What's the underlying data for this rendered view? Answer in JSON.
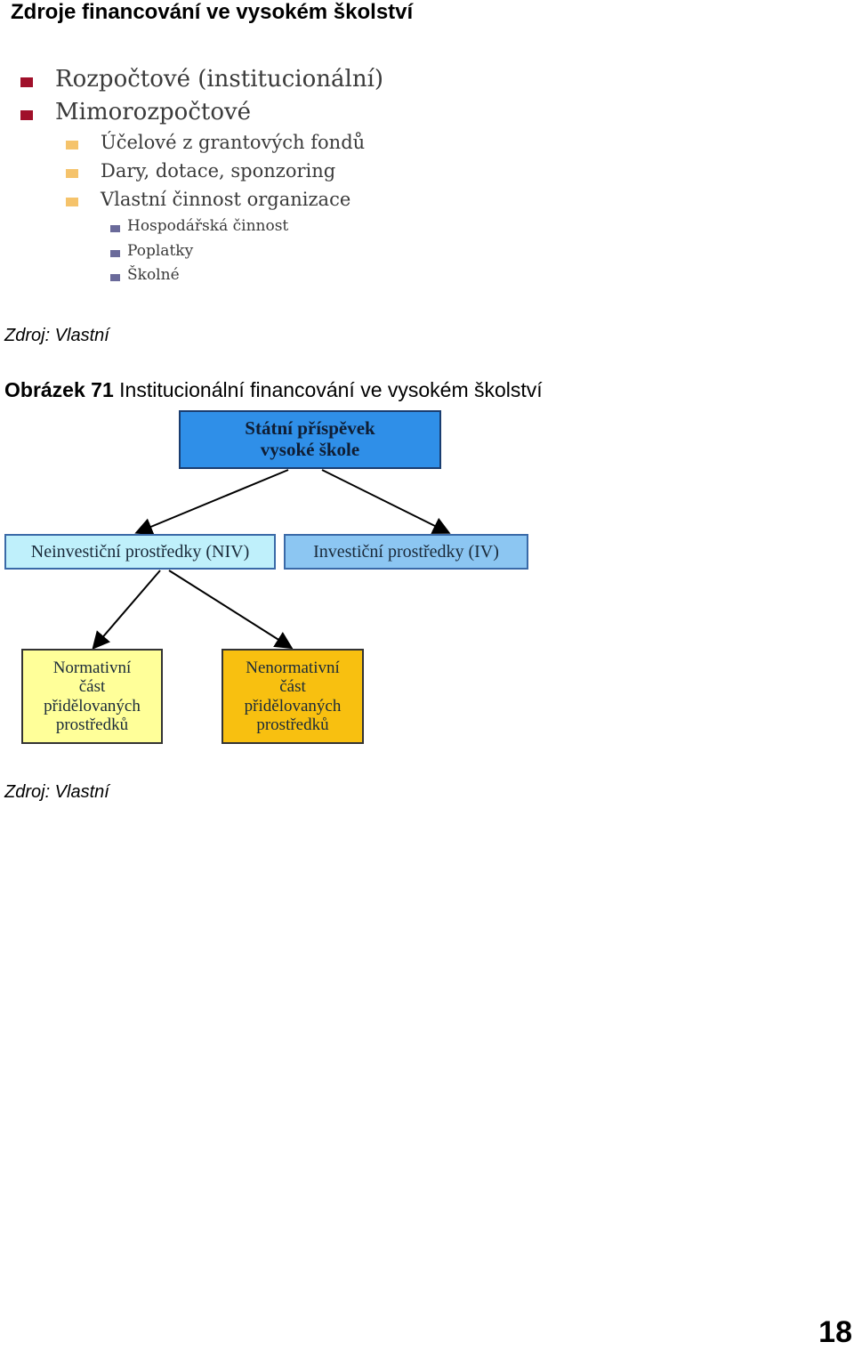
{
  "heading": "Zdroje financování ve vysokém školství",
  "bullet_list": {
    "level1": [
      "Rozpočtové (institucionální)",
      "Mimorozpočtové"
    ],
    "level2": [
      "Účelové z grantových fondů",
      "Dary, dotace, sponzoring",
      "Vlastní činnost organizace"
    ],
    "level3": [
      "Hospodářská činnost",
      "Poplatky",
      "Školné"
    ]
  },
  "source_1": "Zdroj: Vlastní",
  "caption": {
    "label": "Obrázek 71",
    "text": " Institucionální financování ve vysokém školství"
  },
  "diagram": {
    "top_line1": "Státní příspěvek",
    "top_line2": "vysoké škole",
    "niv": "Neinvestiční prostředky (NIV)",
    "iv": "Investiční prostředky (IV)",
    "normative": [
      "Normativní",
      "část",
      "přidělovaných",
      "prostředků"
    ],
    "non_normative": [
      "Nenormativní",
      "část",
      "přidělovaných",
      "prostředků"
    ]
  },
  "source_2": "Zdroj: Vlastní",
  "page_number": "18"
}
